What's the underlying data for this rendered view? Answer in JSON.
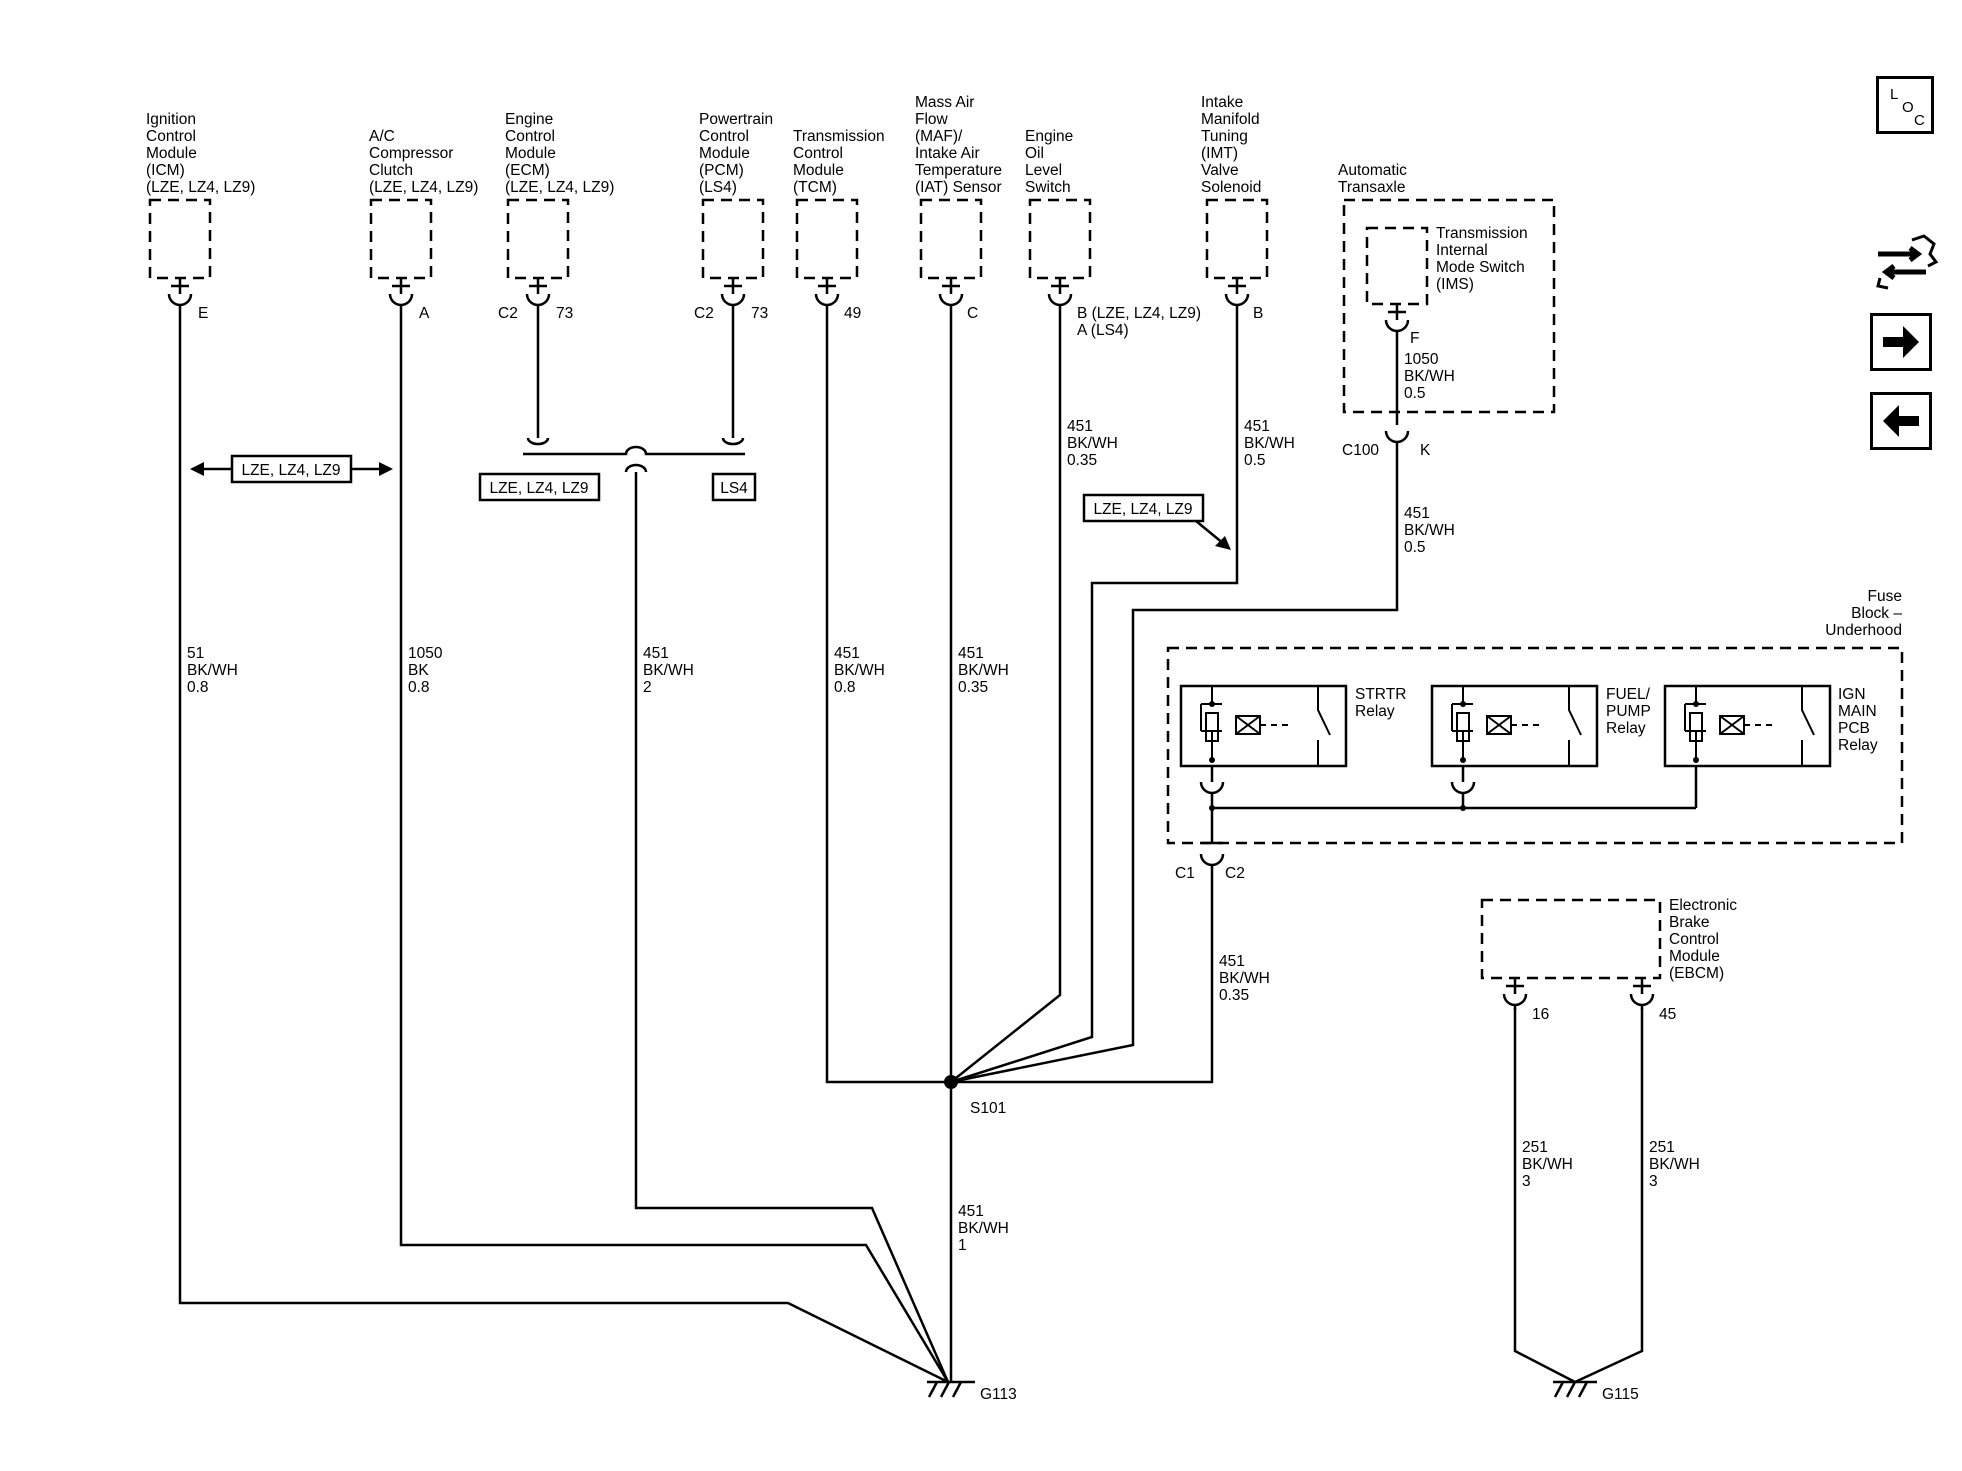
{
  "components": {
    "icm": [
      "Ignition",
      "Control",
      "Module",
      "(ICM)",
      "(LZE, LZ4, LZ9)"
    ],
    "ac": [
      "A/C",
      "Compressor",
      "Clutch",
      "(LZE, LZ4, LZ9)"
    ],
    "ecm": [
      "Engine",
      "Control",
      "Module",
      "(ECM)",
      "(LZE, LZ4, LZ9)"
    ],
    "pcm": [
      "Powertrain",
      "Control",
      "Module",
      "(PCM)",
      "(LS4)"
    ],
    "tcm": [
      "Transmission",
      "Control",
      "Module",
      "(TCM)"
    ],
    "maf": [
      "Mass Air",
      "Flow",
      "(MAF)/",
      "Intake Air",
      "Temperature",
      "(IAT) Sensor"
    ],
    "oil": [
      "Engine",
      "Oil",
      "Level",
      "Switch"
    ],
    "imt": [
      "Intake",
      "Manifold",
      "Tuning",
      "(IMT)",
      "Valve",
      "Solenoid"
    ],
    "trans": [
      "Automatic",
      "Transaxle"
    ],
    "ims": [
      "Transmission",
      "Internal",
      "Mode Switch",
      "(IMS)"
    ],
    "fuse": [
      "Fuse",
      "Block –",
      "Underhood"
    ],
    "ebcm": [
      "Electronic",
      "Brake",
      "Control",
      "Module",
      "(EBCM)"
    ],
    "strtr": [
      "STRTR",
      "Relay"
    ],
    "fuel": [
      "FUEL/",
      "PUMP",
      "Relay"
    ],
    "ign": [
      "IGN",
      "MAIN",
      "PCB",
      "Relay"
    ]
  },
  "pins": {
    "icm": "E",
    "ac": "A",
    "ecm_conn": "C2",
    "ecm_pin": "73",
    "pcm_conn": "C2",
    "pcm_pin": "73",
    "tcm": "49",
    "maf": "C",
    "oil": [
      "B (LZE, LZ4, LZ9)",
      "A (LS4)"
    ],
    "imt": "B",
    "ims": "F",
    "c100": "C100",
    "c100_pin": "K",
    "fuse_c1": "C1",
    "fuse_c2": "C2",
    "ebcm_a": "16",
    "ebcm_b": "45"
  },
  "wires": {
    "icm": [
      "51",
      "BK/WH",
      "0.8"
    ],
    "ac": [
      "1050",
      "BK",
      "0.8"
    ],
    "ecm": [
      "451",
      "BK/WH",
      "2"
    ],
    "tcm": [
      "451",
      "BK/WH",
      "0.8"
    ],
    "maf": [
      "451",
      "BK/WH",
      "0.35"
    ],
    "oil": [
      "451",
      "BK/WH",
      "0.35"
    ],
    "imt": [
      "451",
      "BK/WH",
      "0.5"
    ],
    "ims": [
      "1050",
      "BK/WH",
      "0.5"
    ],
    "trans": [
      "451",
      "BK/WH",
      "0.5"
    ],
    "fuse": [
      "451",
      "BK/WH",
      "0.35"
    ],
    "s101": [
      "451",
      "BK/WH",
      "1"
    ],
    "ebcm_a": [
      "251",
      "BK/WH",
      "3"
    ],
    "ebcm_b": [
      "251",
      "BK/WH",
      "3"
    ]
  },
  "options": {
    "lze_icm": "LZE, LZ4, LZ9",
    "lze_ecm": "LZE, LZ4, LZ9",
    "ls4": "LS4",
    "lze_imt": "LZE, LZ4, LZ9"
  },
  "splice": "S101",
  "grounds": {
    "g113": "G113",
    "g115": "G115"
  },
  "nav": {
    "loc": [
      "L",
      "O",
      "C"
    ],
    "icons": [
      "component-views-icon",
      "next-page-icon",
      "previous-page-icon"
    ]
  }
}
